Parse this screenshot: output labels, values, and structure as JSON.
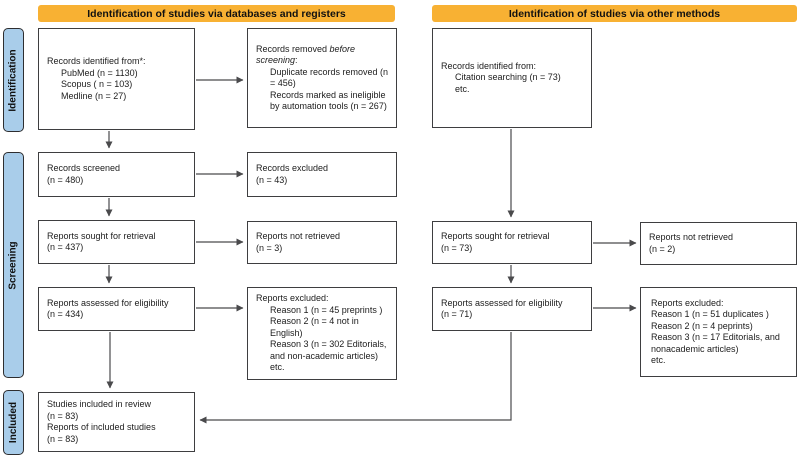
{
  "colors": {
    "header_bg": "#F8B133",
    "stage_bg": "#A9CDEA",
    "arrow": "#4a4a4c"
  },
  "headers": {
    "databases": "Identification of studies via databases and registers",
    "other": "Identification of studies via other methods"
  },
  "stages": {
    "identification": "Identification",
    "screening": "Screening",
    "included": "Included"
  },
  "boxes": {
    "db_identified": {
      "title": "Records identified from*:",
      "items": [
        "PubMed (n = 1130)",
        "Scopus ( n = 103)",
        "Medline (n = 27)"
      ]
    },
    "removed": {
      "prefix": "Records removed ",
      "italic": "before screening",
      "suffix": ":",
      "items": [
        "Duplicate records removed  (n = 456)",
        "Records marked as ineligible by automation tools (n = 267)"
      ]
    },
    "screened": {
      "line1": "Records screened",
      "line2": "(n = 480)"
    },
    "records_excluded": {
      "line1": "Records excluded",
      "line2": "(n = 43)"
    },
    "sought_db": {
      "line1": "Reports sought for retrieval",
      "line2": "(n = 437)"
    },
    "not_retrieved_db": {
      "line1": "Reports not retrieved",
      "line2": "(n = 3)"
    },
    "assessed_db": {
      "line1": "Reports assessed for eligibility",
      "line2": "(n = 434)"
    },
    "reports_excluded_db": {
      "title": "Reports excluded:",
      "items": [
        "Reason 1 (n = 45 preprints )",
        "Reason 2 (n = 4 not in English)",
        "Reason 3 (n = 302 Editorials, and non-academic articles)",
        "etc."
      ]
    },
    "included_studies": {
      "lines": [
        "Studies included in review",
        "(n = 83)",
        "Reports of included studies",
        "(n = 83)"
      ]
    },
    "other_identified": {
      "title": "Records identified from:",
      "items": [
        "Citation searching (n = 73)",
        "etc."
      ]
    },
    "sought_other": {
      "line1": "Reports sought for retrieval",
      "line2": "(n = 73)"
    },
    "not_retrieved_other": {
      "line1": "Reports not retrieved",
      "line2": "(n = 2)"
    },
    "assessed_other": {
      "line1": "Reports assessed for eligibility",
      "line2": "(n = 71)"
    },
    "reports_excluded_other": {
      "title": "Reports excluded:",
      "items": [
        "Reason 1 (n = 51 duplicates )",
        "Reason 2 (n = 4 peprints)",
        "Reason 3 (n = 17 Editorials, and nonacademic articles)",
        "etc."
      ]
    }
  }
}
